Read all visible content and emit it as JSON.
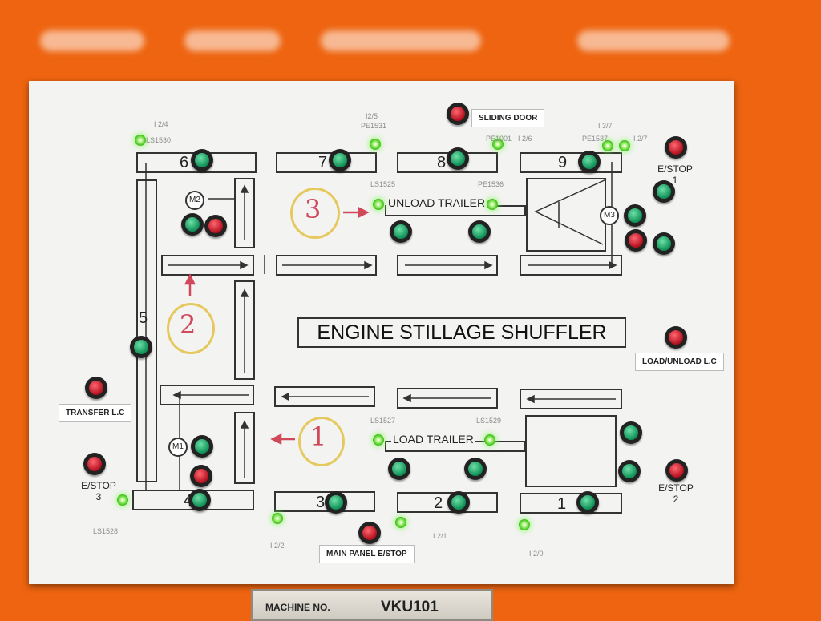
{
  "title": "ENGINE STILLAGE SHUFFLER",
  "labels": {
    "sliding_door": "SLIDING DOOR",
    "load_unload": "LOAD/UNLOAD L.C",
    "transfer": "TRANSFER L.C",
    "main_panel": "MAIN PANEL E/STOP",
    "estop1": "E/STOP\n1",
    "estop2": "E/STOP\n2",
    "estop3": "E/STOP\n3",
    "unload_trailer": "UNLOAD TRAILER",
    "load_trailer": "LOAD TRAILER"
  },
  "conveyor_numbers": [
    "1",
    "2",
    "3",
    "4",
    "5",
    "6",
    "7",
    "8",
    "9"
  ],
  "motors": [
    "M1",
    "M2",
    "M3"
  ],
  "annotations": [
    "1",
    "2",
    "3"
  ],
  "pencil_notes": [
    "I 2/4",
    "LS1530",
    "I2/5",
    "PE1531",
    "PE1001",
    "I 2/6",
    "I 3/7",
    "PE1537",
    "I 2/7",
    "LS1528",
    "LS1527",
    "I 2/2",
    "I 2/1",
    "I 2/0",
    "LS1529",
    "PE1536",
    "LS1525"
  ],
  "plate": {
    "label": "MACHINE NO.",
    "value": "VKU101"
  },
  "colors": {
    "background": "#ee6410",
    "board": "#f3f3f1",
    "green_button": "#0e8f55",
    "red_button": "#b3101e",
    "indicator": "#57d62c"
  }
}
